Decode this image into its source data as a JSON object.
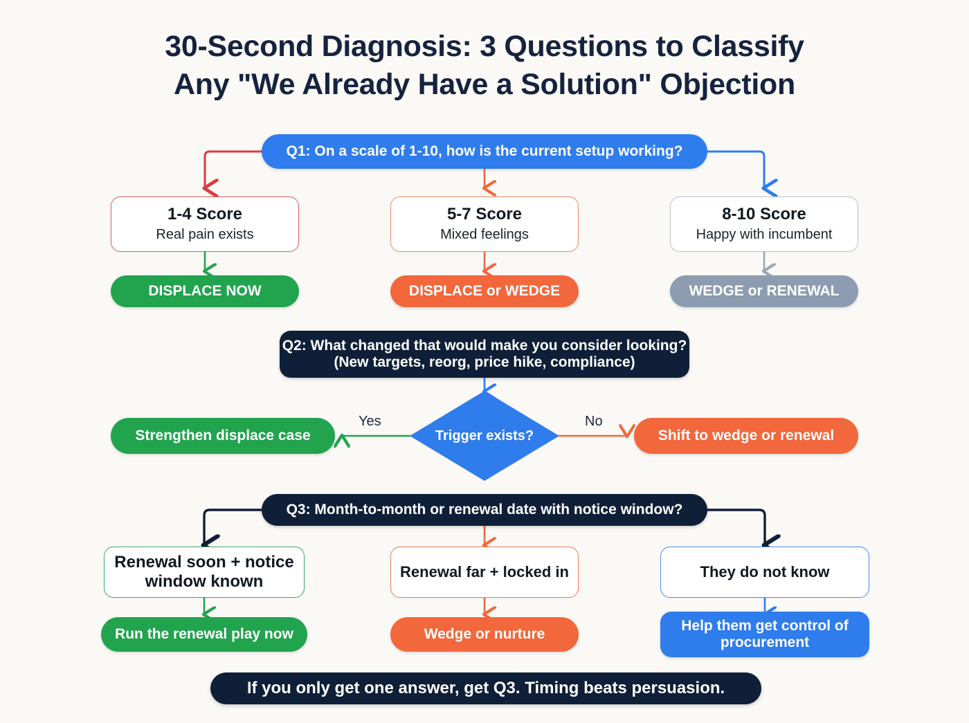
{
  "title": {
    "line1": "30-Second Diagnosis: 3 Questions to Classify",
    "line2": "Any \"We Already Have a Solution\" Objection"
  },
  "colors": {
    "background": "#faf9f6",
    "navy": "#101f38",
    "blue": "#2f7ced",
    "green": "#22a34e",
    "orange": "#f2673c",
    "slate": "#8d9cb0",
    "red_border": "#e05c5c",
    "title_text": "#16233f"
  },
  "q1": {
    "question": "Q1: On a scale of 1-10, how is the current setup working?",
    "branches": [
      {
        "score_label": "1-4 Score",
        "score_desc": "Real pain exists",
        "outcome": "DISPLACE NOW",
        "outcome_color": "#22a34e",
        "border_color": "#e05c5c"
      },
      {
        "score_label": "5-7 Score",
        "score_desc": "Mixed feelings",
        "outcome": "DISPLACE or WEDGE",
        "outcome_color": "#f2673c",
        "border_color": "#ef8a63"
      },
      {
        "score_label": "8-10 Score",
        "score_desc": "Happy with incumbent",
        "outcome": "WEDGE or RENEWAL",
        "outcome_color": "#8d9cb0",
        "border_color": "#b7c2d0"
      }
    ]
  },
  "q2": {
    "question_line1": "Q2: What changed that would make you consider looking?",
    "question_line2": "(New targets, reorg, price hike, compliance)",
    "decision": "Trigger exists?",
    "yes_label": "Yes",
    "no_label": "No",
    "yes_outcome": "Strengthen displace case",
    "no_outcome": "Shift to wedge or renewal"
  },
  "q3": {
    "question": "Q3: Month-to-month or renewal date with notice window?",
    "branches": [
      {
        "state_line1": "Renewal soon + notice",
        "state_line2": "window known",
        "outcome_line1": "Run the renewal play now",
        "outcome_line2": "",
        "outcome_color": "#22a34e",
        "border_color": "#3fa96a"
      },
      {
        "state_line1": "Renewal far + locked in",
        "state_line2": "",
        "outcome_line1": "Wedge or nurture",
        "outcome_line2": "",
        "outcome_color": "#f2673c",
        "border_color": "#ef7a52"
      },
      {
        "state_line1": "They do not know",
        "state_line2": "",
        "outcome_line1": "Help them get control of",
        "outcome_line2": "procurement",
        "outcome_color": "#2f7ced",
        "border_color": "#4c8fe8"
      }
    ]
  },
  "footer": {
    "text": "If you only get one answer, get Q3. Timing beats persuasion."
  }
}
